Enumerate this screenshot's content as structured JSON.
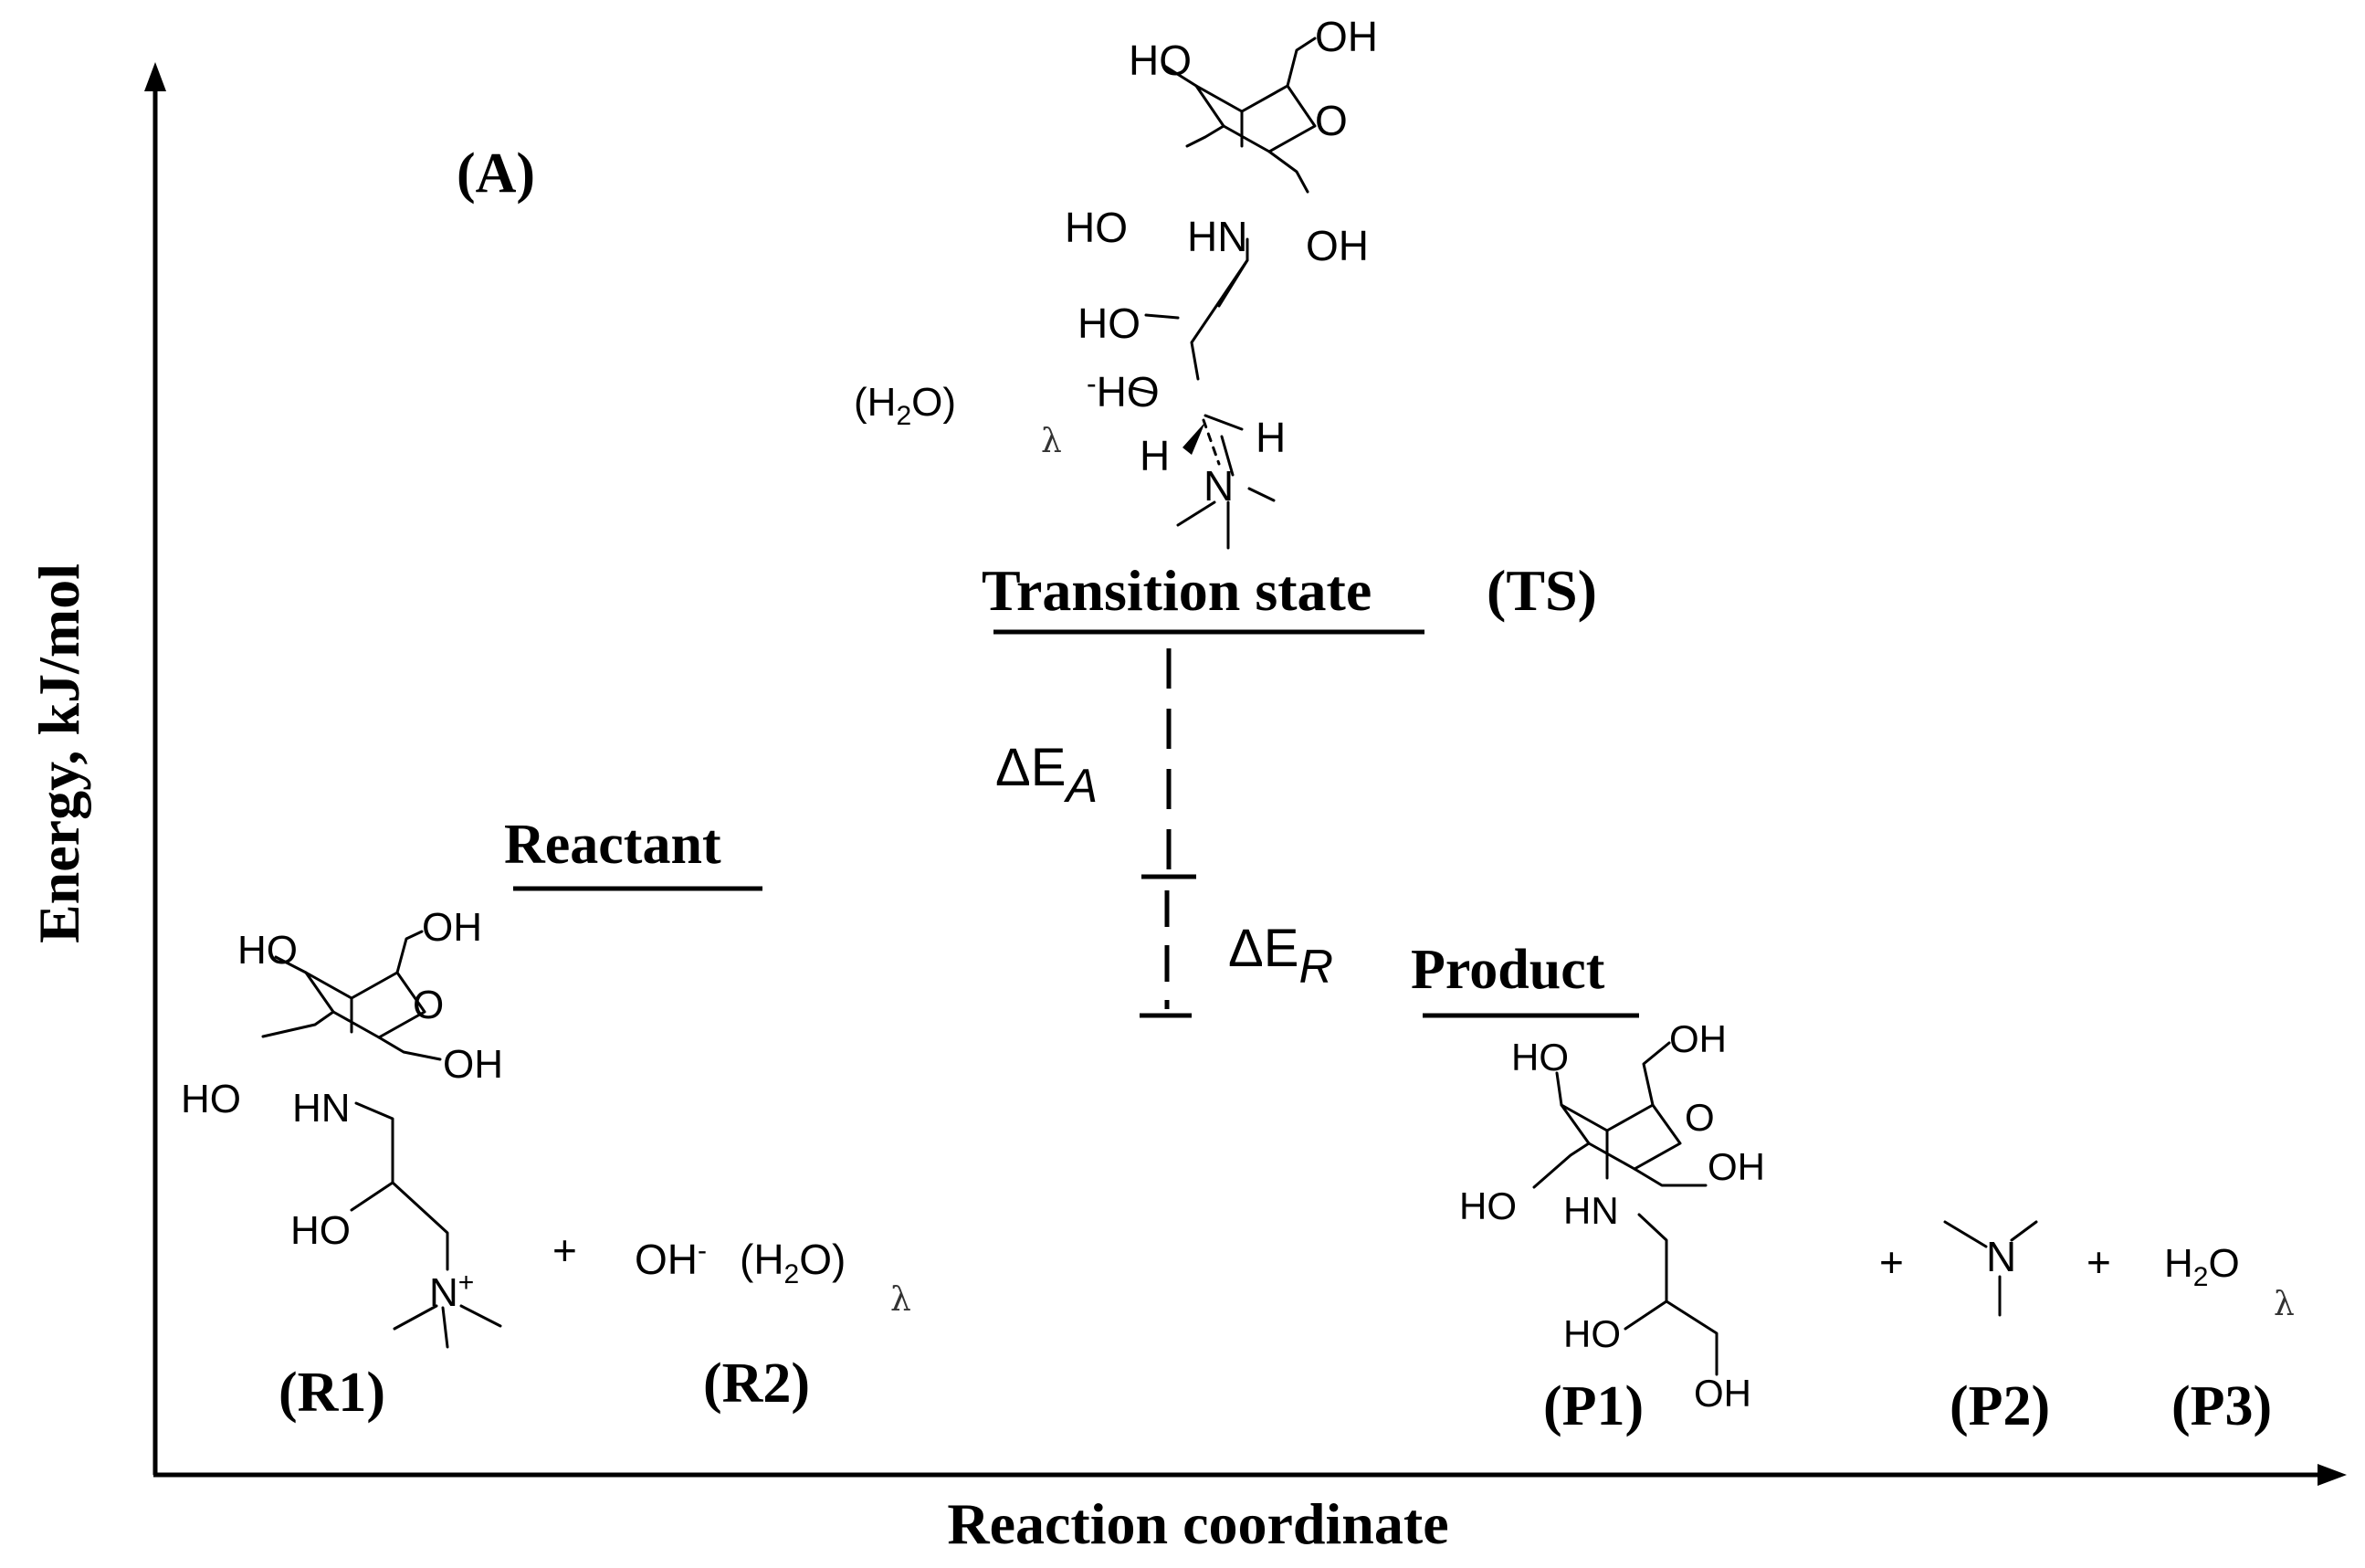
{
  "panel_label": "(A)",
  "axes": {
    "y_label": "Energy, kJ/mol",
    "x_label": "Reaction coordinate"
  },
  "levels": {
    "reactant": "Reactant",
    "transition_state": "Transition state",
    "transition_state_abbr": "(TS)",
    "product": "Product"
  },
  "energy_labels": {
    "activation": {
      "delta": "ΔE",
      "sub": "A"
    },
    "reaction": {
      "delta": "ΔE",
      "sub": "R"
    }
  },
  "species": {
    "r1": "(R1)",
    "r2": "(R2)",
    "p1": "(P1)",
    "p2": "(P2)",
    "p3": "(P3)"
  },
  "atoms": {
    "ho": "HO",
    "oh": "OH",
    "o": "O",
    "hn": "HN",
    "n": "N",
    "h": "H",
    "plus": "+",
    "minus": "-",
    "lambda": "λ",
    "water_open": "(H",
    "water_close": "O)",
    "water": "H",
    "water_o": "O",
    "two": "2"
  }
}
